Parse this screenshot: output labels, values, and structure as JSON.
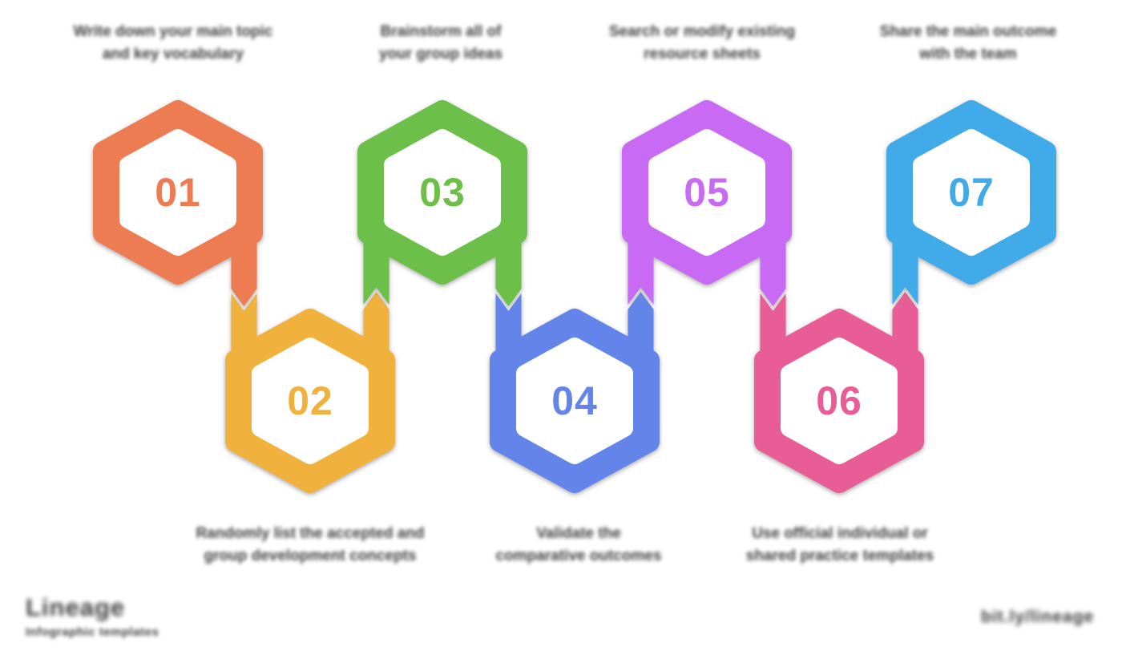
{
  "steps": [
    {
      "number": "01",
      "color": "#ED7C52",
      "row": "top",
      "label": "Write down your main topic\nand key vocabulary"
    },
    {
      "number": "02",
      "color": "#F1B13E",
      "row": "bottom",
      "label": "Randomly list the accepted and\ngroup development concepts"
    },
    {
      "number": "03",
      "color": "#6CC04A",
      "row": "top",
      "label": "Brainstorm all of\nyour group ideas"
    },
    {
      "number": "04",
      "color": "#6385E9",
      "row": "bottom",
      "label": "Validate the\ncomparative outcomes"
    },
    {
      "number": "05",
      "color": "#C96BF4",
      "row": "top",
      "label": "Search or modify existing\nresource sheets"
    },
    {
      "number": "06",
      "color": "#E95D97",
      "row": "bottom",
      "label": "Use official individual or\nshared practice templates"
    },
    {
      "number": "07",
      "color": "#40ABE8",
      "row": "top",
      "label": "Share the main outcome\nwith the team"
    }
  ],
  "footer": {
    "logo": "Lineage",
    "tagline": "Infographic templates",
    "credit": "bit.ly/lineage"
  },
  "colors": {
    "text": "#3e3e3e",
    "background": "#ffffff"
  }
}
